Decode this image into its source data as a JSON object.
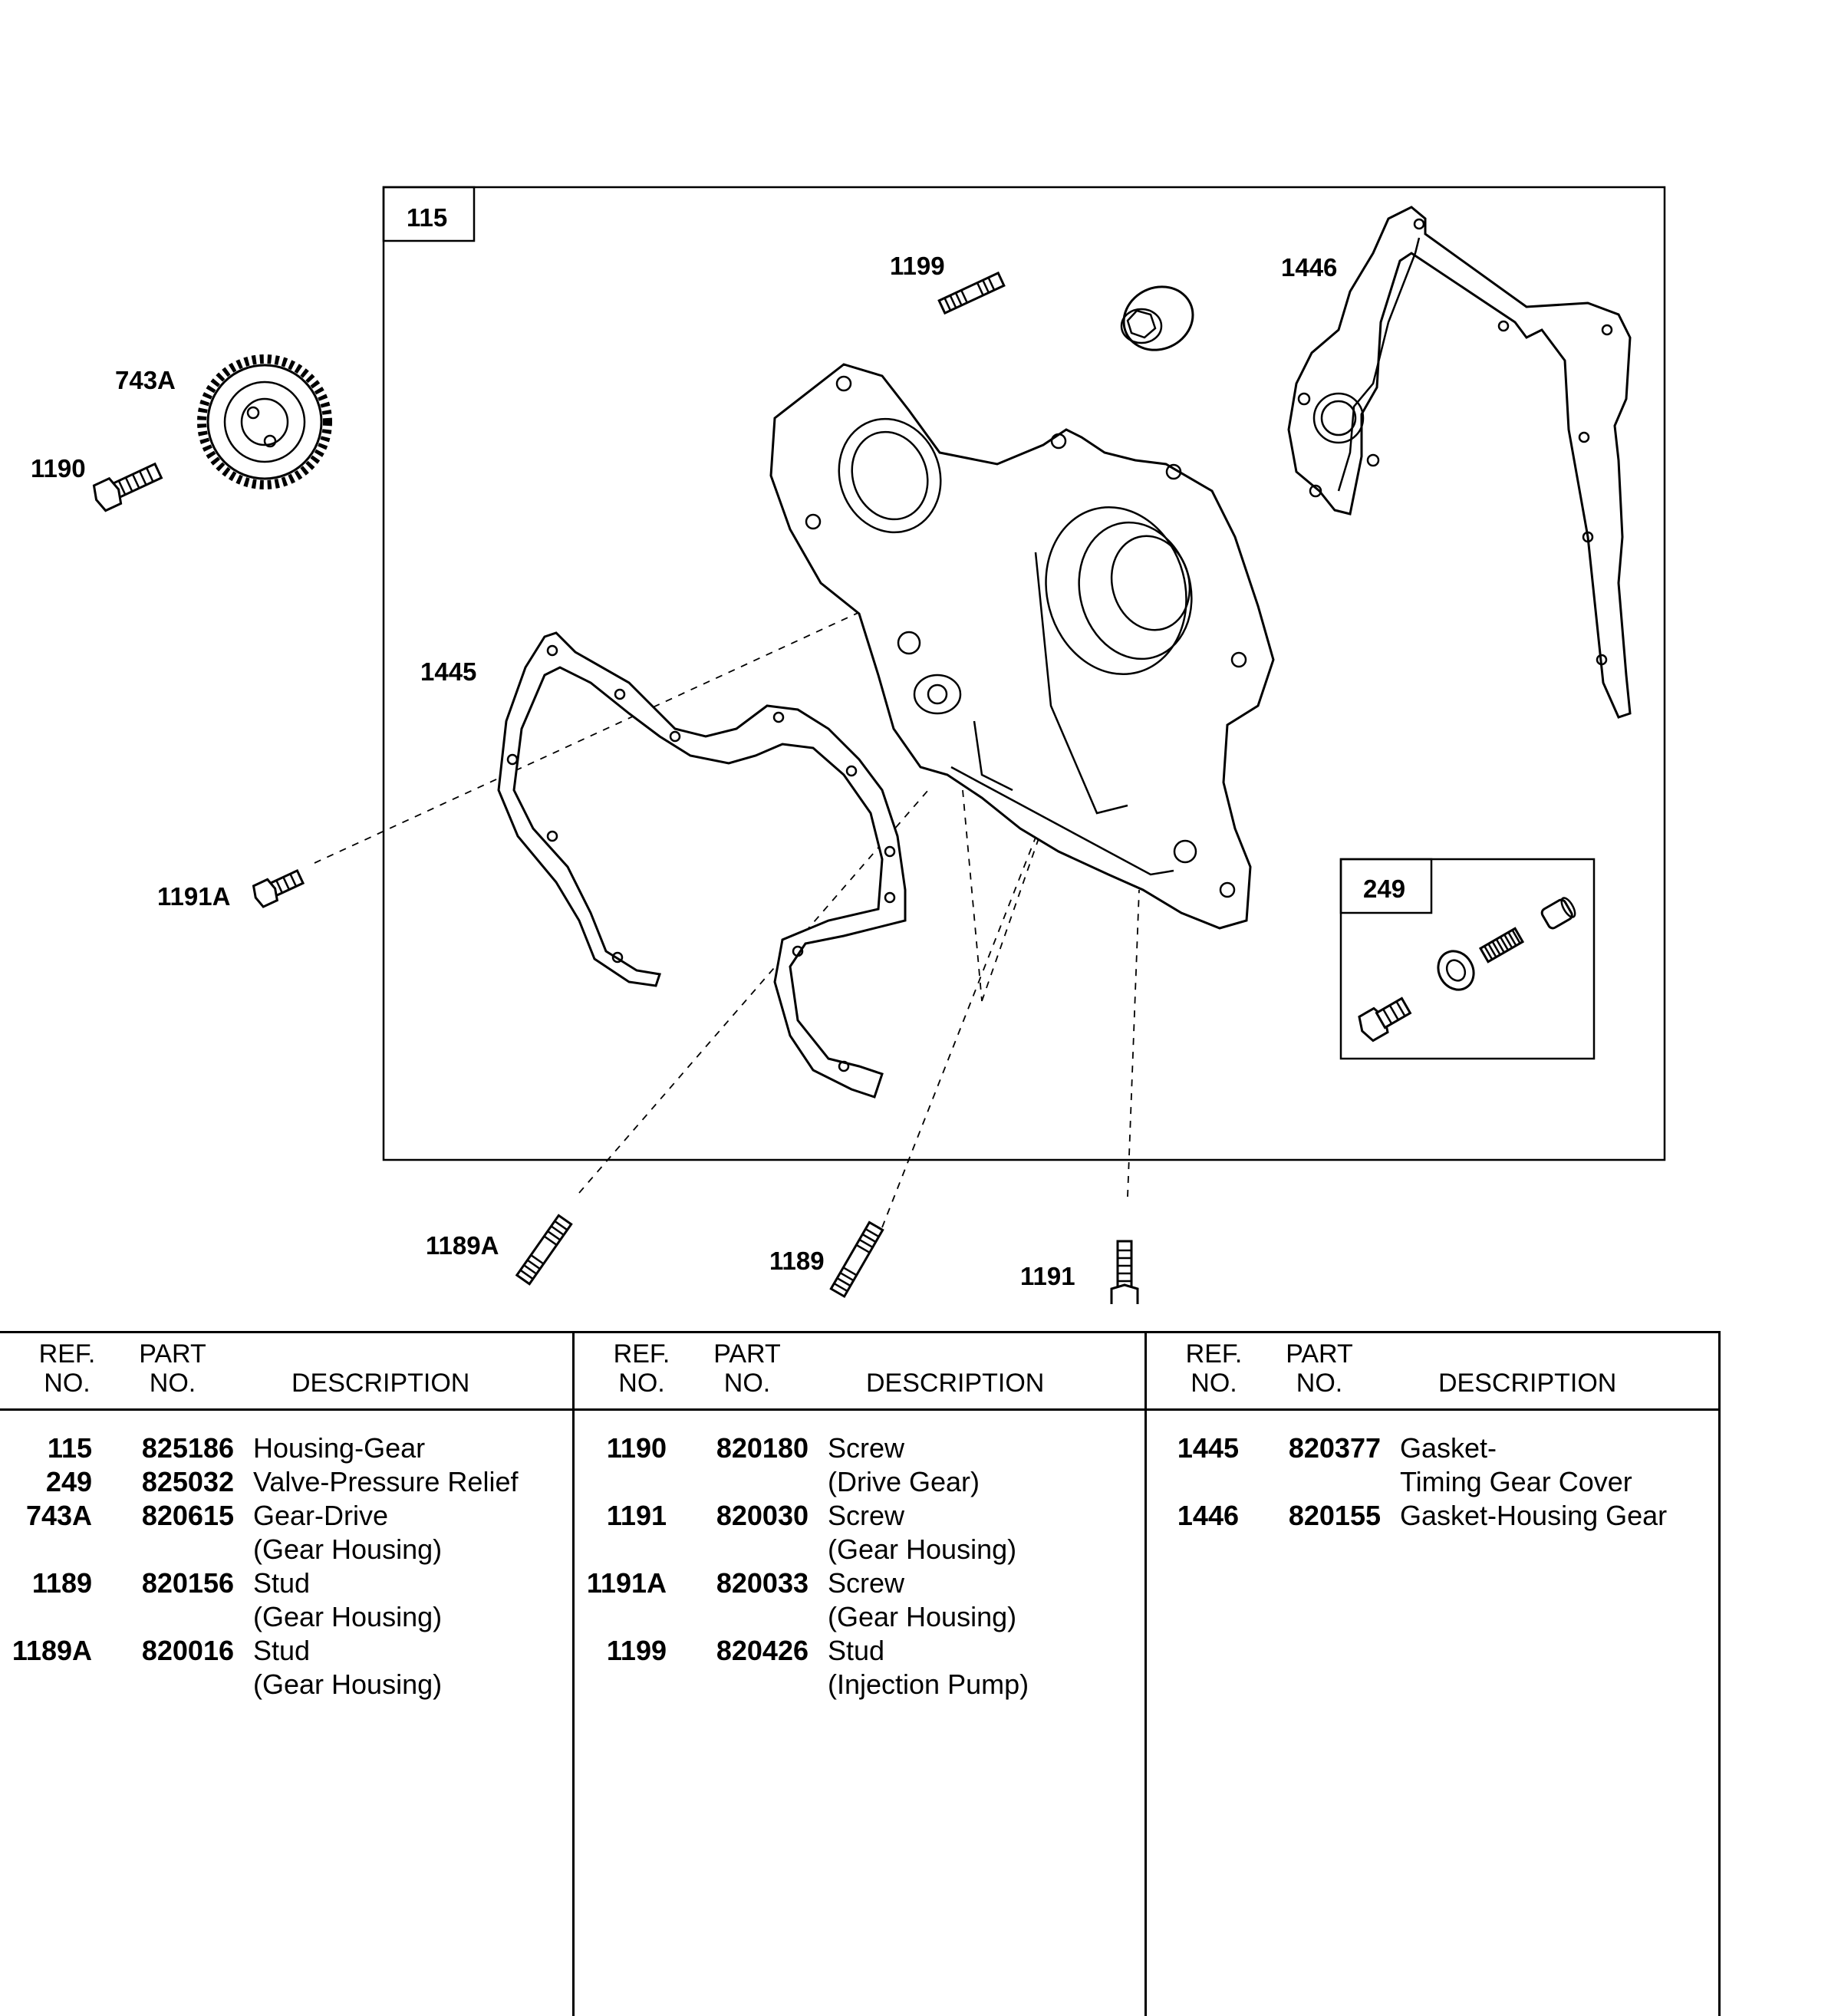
{
  "diagram": {
    "callouts": {
      "c115": "115",
      "c249": "249",
      "c743A": "743A",
      "c1190": "1190",
      "c1199": "1199",
      "c1446": "1446",
      "c1445": "1445",
      "c1191A": "1191A",
      "c1189A": "1189A",
      "c1189": "1189",
      "c1191": "1191"
    }
  },
  "table": {
    "header": {
      "ref": "REF.\nNO.",
      "part": "PART\nNO.",
      "desc": "DESCRIPTION"
    },
    "columns": [
      [
        {
          "ref": "115",
          "part": "825186",
          "desc": "Housing-Gear"
        },
        {
          "ref": "249",
          "part": "825032",
          "desc": "Valve-Pressure Relief"
        },
        {
          "ref": "743A",
          "part": "820615",
          "desc": "Gear-Drive\n(Gear Housing)"
        },
        {
          "ref": "1189",
          "part": "820156",
          "desc": "Stud\n(Gear Housing)"
        },
        {
          "ref": "1189A",
          "part": "820016",
          "desc": "Stud\n(Gear Housing)"
        }
      ],
      [
        {
          "ref": "1190",
          "part": "820180",
          "desc": "Screw\n(Drive Gear)"
        },
        {
          "ref": "1191",
          "part": "820030",
          "desc": "Screw\n(Gear Housing)"
        },
        {
          "ref": "1191A",
          "part": "820033",
          "desc": "Screw\n(Gear Housing)"
        },
        {
          "ref": "1199",
          "part": "820426",
          "desc": "Stud\n(Injection Pump)"
        }
      ],
      [
        {
          "ref": "1445",
          "part": "820377",
          "desc": "Gasket-\nTiming Gear Cover"
        },
        {
          "ref": "1446",
          "part": "820155",
          "desc": "Gasket-Housing Gear"
        }
      ]
    ]
  }
}
